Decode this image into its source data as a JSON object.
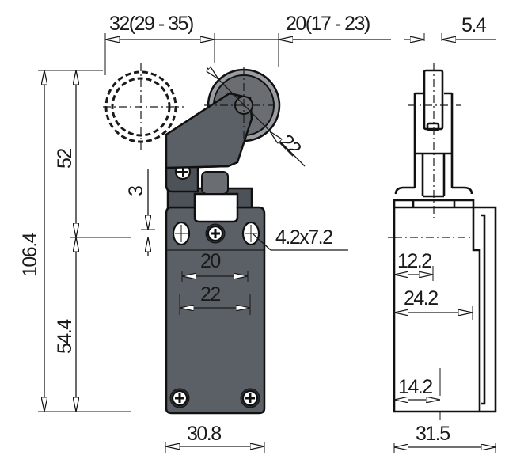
{
  "drawing": {
    "subject": "Limit switch with roller lever — dimensional drawing",
    "colors": {
      "body": "#5b6066",
      "roller": "#9a9ea3",
      "line": "#1a1a1a"
    },
    "front_view": {
      "dimensions": {
        "lever_swing_left": "32(29 - 35)",
        "lever_swing_right": "20(17 - 23)",
        "roller_diameter": "22",
        "overall_height": "106.4",
        "upper_height": "52",
        "lower_height": "54.4",
        "plunger_travel": "3",
        "mounting_slot": "4.2x7.2",
        "hole_spacing_inner": "20",
        "hole_spacing_outer": "22",
        "body_width": "30.8"
      }
    },
    "side_view": {
      "dimensions": {
        "roller_width": "5.4",
        "depth_12": "12.2",
        "depth_24": "24.2",
        "depth_14": "14.2",
        "overall_depth": "31.5"
      }
    }
  }
}
